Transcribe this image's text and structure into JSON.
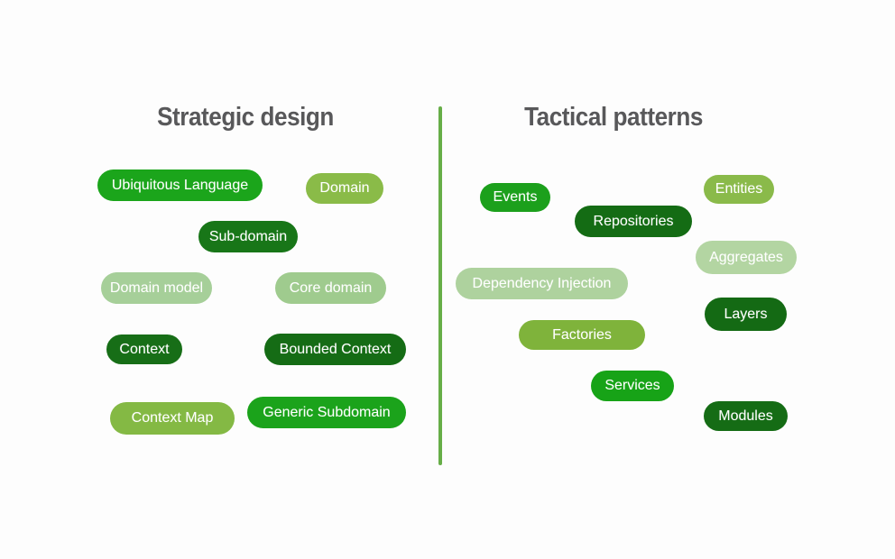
{
  "page": {
    "background": "#fdfdfd",
    "title_color": "#58585a",
    "divider_color": "#67ae48",
    "pill_text_color": "#ffffff"
  },
  "left": {
    "title": "Strategic design",
    "pills": [
      {
        "label": "Ubiquitous Language",
        "color": "#1ba51b"
      },
      {
        "label": "Domain",
        "color": "#8abb48"
      },
      {
        "label": "Sub-domain",
        "color": "#187618"
      },
      {
        "label": "Domain model",
        "color": "#a6cf99"
      },
      {
        "label": "Core domain",
        "color": "#9fcb8e"
      },
      {
        "label": "Context",
        "color": "#176e17"
      },
      {
        "label": "Bounded Context",
        "color": "#156c15"
      },
      {
        "label": "Context Map",
        "color": "#84b944"
      },
      {
        "label": "Generic Subdomain",
        "color": "#1ba31b"
      }
    ]
  },
  "right": {
    "title": "Tactical patterns",
    "pills": [
      {
        "label": "Events",
        "color": "#1ca01c"
      },
      {
        "label": "Repositories",
        "color": "#146c14"
      },
      {
        "label": "Entities",
        "color": "#8aba4a"
      },
      {
        "label": "Aggregates",
        "color": "#b3d5a2"
      },
      {
        "label": "Dependency Injection",
        "color": "#aed29e"
      },
      {
        "label": "Layers",
        "color": "#146a14"
      },
      {
        "label": "Factories",
        "color": "#7fb33b"
      },
      {
        "label": "Services",
        "color": "#17a317"
      },
      {
        "label": "Modules",
        "color": "#156c15"
      }
    ]
  }
}
